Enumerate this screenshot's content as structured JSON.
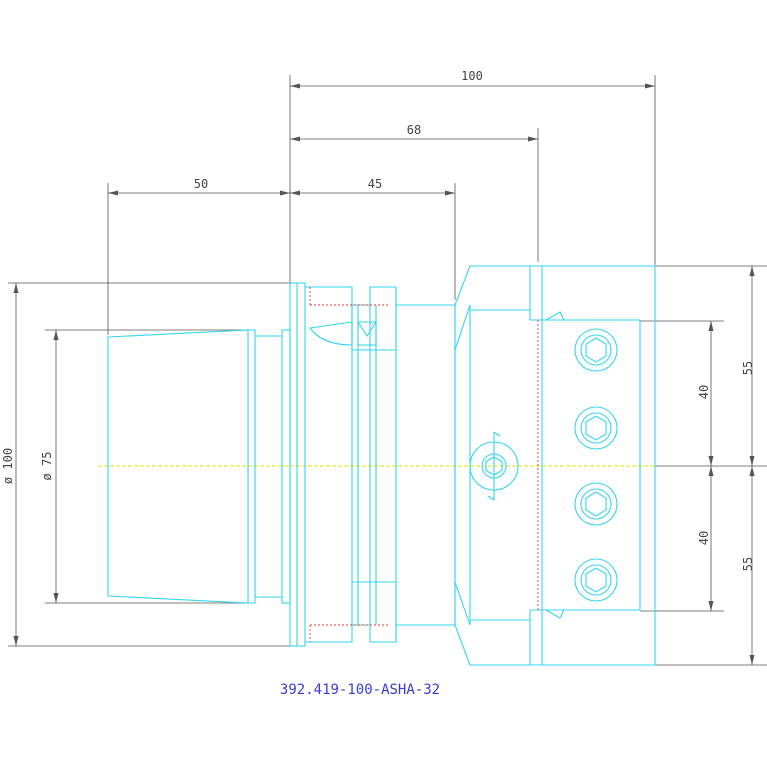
{
  "dimensions": {
    "overall_length": "100",
    "body_to_flange": "68",
    "shank_length": "50",
    "neck_length": "45",
    "flange_diameter": "ø 100",
    "shank_diameter": "ø 75",
    "upper_height": "55",
    "lower_height": "55",
    "upper_screw_span": "40",
    "lower_screw_span": "40"
  },
  "part_number": "392.419-100-ASHA-32",
  "colors": {
    "outline": "#33d6ee",
    "dimension": "#555555",
    "hidden_line": "#e53935",
    "center_line": "#e0e000",
    "part_number": "#3b3bd6"
  },
  "icons": {
    "screw": "hex-socket-screw-icon"
  }
}
